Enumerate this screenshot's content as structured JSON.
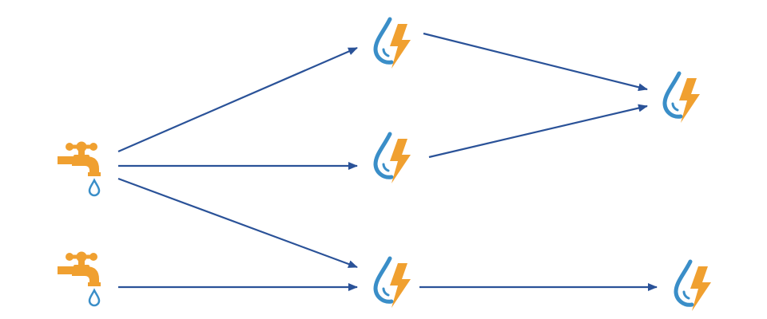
{
  "colors": {
    "edge": "#2a5298",
    "tap": "#f0a030",
    "drop": "#3a8ec8",
    "bolt": "#f0a030"
  },
  "icons": {
    "source": "water-tap-icon",
    "node": "water-drop-lightning-icon"
  },
  "nodes": [
    {
      "id": "source-1",
      "type": "source"
    },
    {
      "id": "source-2",
      "type": "source"
    },
    {
      "id": "node-top",
      "type": "node"
    },
    {
      "id": "node-middle",
      "type": "node"
    },
    {
      "id": "node-bottom",
      "type": "node"
    },
    {
      "id": "node-right-top",
      "type": "node"
    },
    {
      "id": "node-right-bottom",
      "type": "node"
    }
  ],
  "edges": [
    {
      "from": "source-1",
      "to": "node-top"
    },
    {
      "from": "source-1",
      "to": "node-middle"
    },
    {
      "from": "source-1",
      "to": "node-bottom"
    },
    {
      "from": "source-2",
      "to": "node-bottom"
    },
    {
      "from": "node-top",
      "to": "node-right-top"
    },
    {
      "from": "node-middle",
      "to": "node-right-top"
    },
    {
      "from": "node-bottom",
      "to": "node-right-bottom"
    }
  ]
}
